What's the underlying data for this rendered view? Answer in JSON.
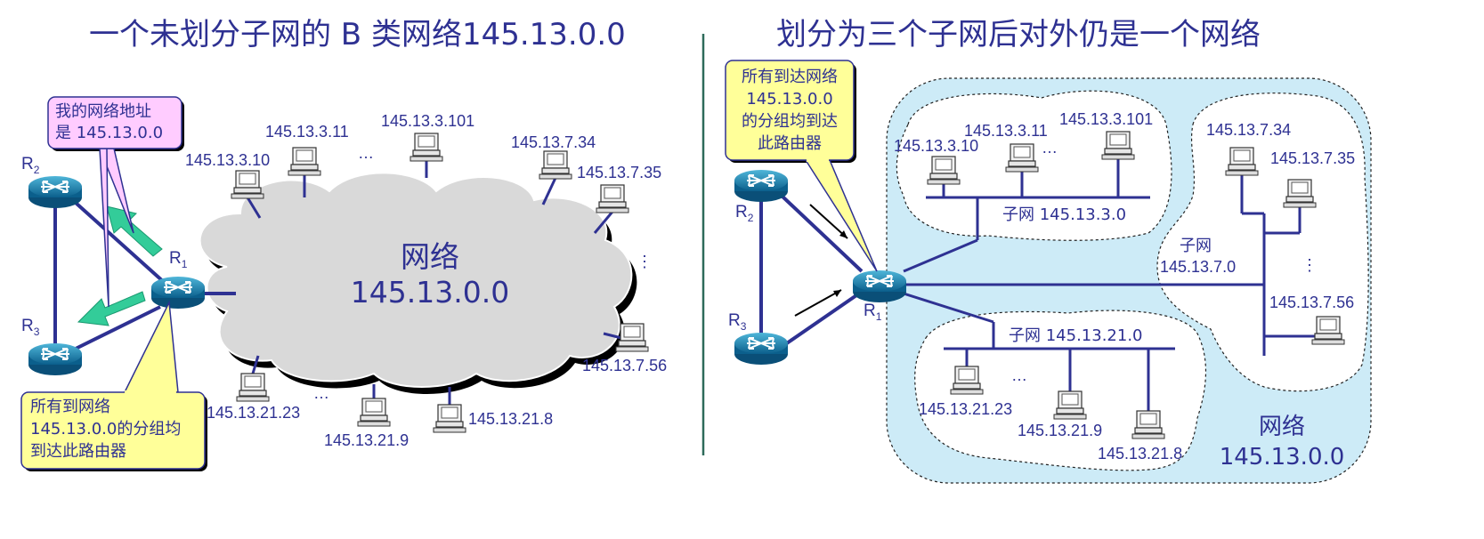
{
  "left": {
    "title": "一个未划分子网的 B 类网络145.13.0.0",
    "cloud_label_1": "网络",
    "cloud_label_2": "145.13.0.0",
    "callout_top": [
      "我的网络地址",
      "是 145.13.0.0"
    ],
    "callout_bottom": [
      "所有到网络",
      "145.13.0.0的分组均",
      "到达此路由器"
    ],
    "routers": {
      "r1": "R",
      "r1_sub": "1",
      "r2": "R",
      "r2_sub": "2",
      "r3": "R",
      "r3_sub": "3"
    },
    "hosts": [
      "145.13.3.10",
      "145.13.3.11",
      "145.13.3.101",
      "145.13.7.34",
      "145.13.7.35",
      "145.13.7.56",
      "145.13.21.8",
      "145.13.21.9",
      "145.13.21.23"
    ],
    "ellipsis": [
      "…",
      "…",
      "⋮"
    ]
  },
  "right": {
    "title": "划分为三个子网后对外仍是一个网络",
    "callout": [
      "所有到达网络",
      "145.13.0.0",
      "的分组均到达",
      "此路由器"
    ],
    "routers": {
      "r1": "R",
      "r1_sub": "1",
      "r2": "R",
      "r2_sub": "2",
      "r3": "R",
      "r3_sub": "3"
    },
    "subnet_a": {
      "label": "子网 145.13.3.0",
      "hosts": [
        "145.13.3.10",
        "145.13.3.11",
        "145.13.3.101"
      ]
    },
    "subnet_b": {
      "label_1": "子网",
      "label_2": "145.13.7.0",
      "hosts": [
        "145.13.7.34",
        "145.13.7.35",
        "145.13.7.56"
      ]
    },
    "subnet_c": {
      "label": "子网 145.13.21.0",
      "hosts": [
        "145.13.21.23",
        "145.13.21.9",
        "145.13.21.8"
      ]
    },
    "network_label_1": "网络",
    "network_label_2": "145.13.0.0",
    "ellipsis": [
      "…",
      "⋮",
      "…"
    ]
  },
  "colors": {
    "text": "#2E3192",
    "cloud": "#D9D9D9",
    "region": "#CDEBF7",
    "callout_yellow": "#FFFF99",
    "callout_pink": "#FFCCFF",
    "arrow": "#33CC99",
    "divider": "#2E6B5A"
  }
}
